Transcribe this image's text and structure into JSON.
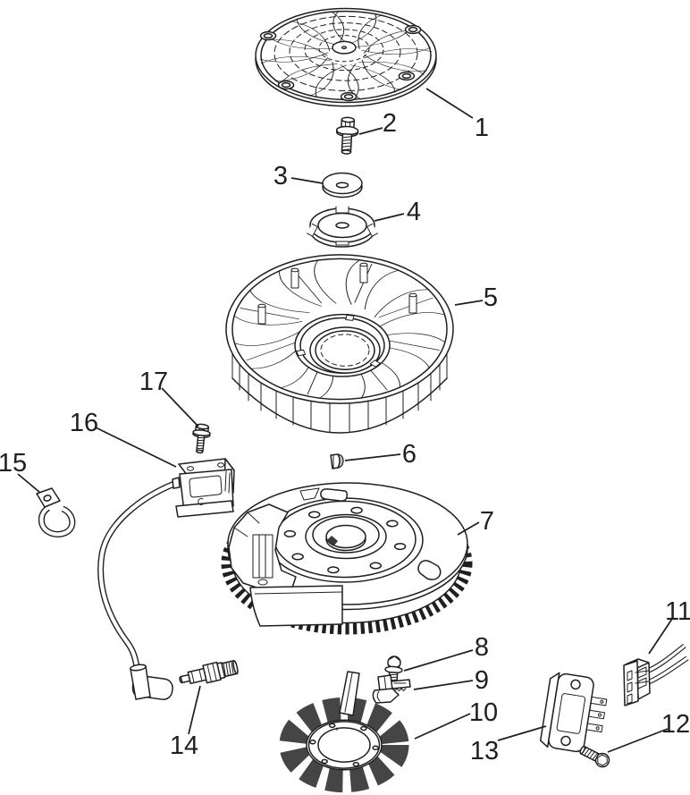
{
  "colors": {
    "background": "#ffffff",
    "line": "#1f1f1f",
    "shade": "#c4c4c4",
    "dark_shade": "#3a3a3a",
    "winding": "#454545"
  },
  "diagram": {
    "type": "exploded-parts-diagram",
    "parts": [
      {
        "label": "1",
        "part": "grass-screen"
      },
      {
        "label": "2",
        "part": "screen-bolt"
      },
      {
        "label": "3",
        "part": "washer"
      },
      {
        "label": "4",
        "part": "screen-retainer"
      },
      {
        "label": "5",
        "part": "cooling-fan"
      },
      {
        "label": "6",
        "part": "flywheel-key"
      },
      {
        "label": "7",
        "part": "flywheel"
      },
      {
        "label": "8",
        "part": "stator-bolt"
      },
      {
        "label": "9",
        "part": "wire-clamp"
      },
      {
        "label": "10",
        "part": "stator"
      },
      {
        "label": "11",
        "part": "wire-connector"
      },
      {
        "label": "12",
        "part": "regulator-screw"
      },
      {
        "label": "13",
        "part": "voltage-regulator"
      },
      {
        "label": "14",
        "part": "spark-plug"
      },
      {
        "label": "15",
        "part": "cable-clamp"
      },
      {
        "label": "16",
        "part": "ignition-coil"
      },
      {
        "label": "17",
        "part": "coil-screw"
      }
    ]
  }
}
